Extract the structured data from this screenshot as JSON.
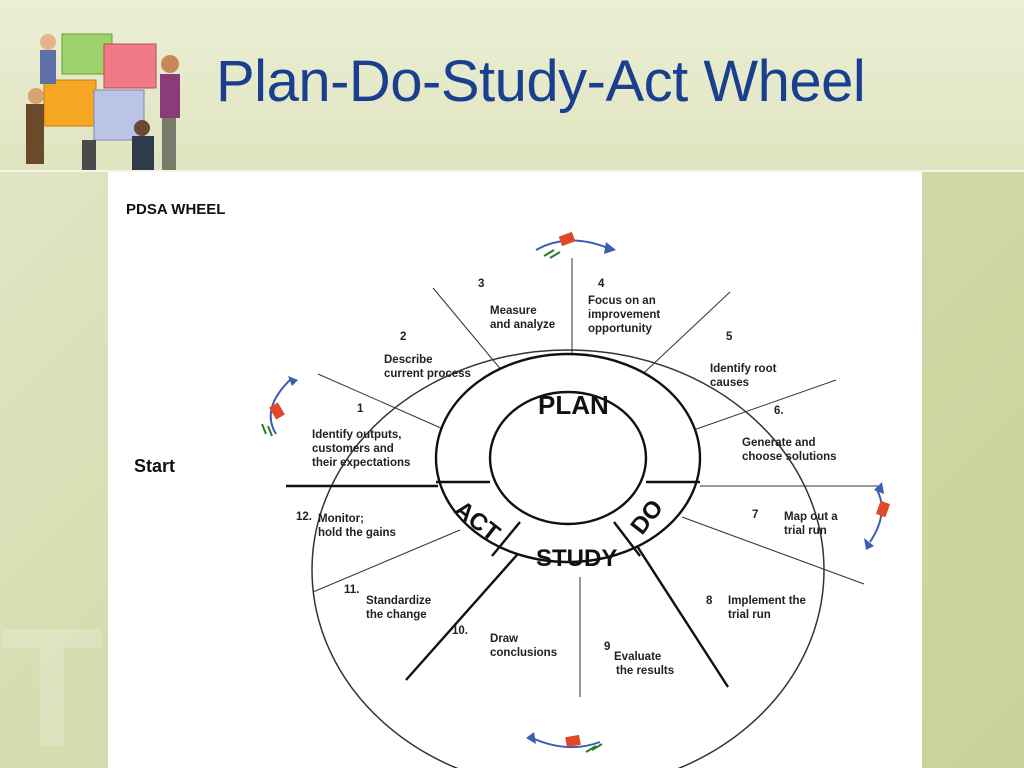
{
  "slide": {
    "title": "Plan-Do-Study-Act Wheel"
  },
  "diagram": {
    "heading": "PDSA WHEEL",
    "start_label": "Start",
    "phases": {
      "plan": "PLAN",
      "do": "DO",
      "study": "STUDY",
      "act": "ACT"
    },
    "steps": [
      {
        "number": "1",
        "line1": "Identify outputs,",
        "line2": "customers and",
        "line3": "their expectations"
      },
      {
        "number": "2",
        "line1": "Describe",
        "line2": "current process",
        "line3": ""
      },
      {
        "number": "3",
        "line1": "Measure",
        "line2": "and analyze",
        "line3": ""
      },
      {
        "number": "4",
        "line1": "Focus on an",
        "line2": "improvement",
        "line3": "opportunity"
      },
      {
        "number": "5",
        "line1": "Identify root",
        "line2": "causes",
        "line3": ""
      },
      {
        "number": "6.",
        "line1": "Generate and",
        "line2": "choose solutions",
        "line3": ""
      },
      {
        "number": "7",
        "line1": "Map out a",
        "line2": "trial run",
        "line3": ""
      },
      {
        "number": "8",
        "line1": "Implement the",
        "line2": "trial run",
        "line3": ""
      },
      {
        "number": "9",
        "line1": "Evaluate",
        "line2": "the results",
        "line3": ""
      },
      {
        "number": "10.",
        "line1": "Draw",
        "line2": "conclusions",
        "line3": ""
      },
      {
        "number": "11.",
        "line1": "Standardize",
        "line2": "the change",
        "line3": ""
      },
      {
        "number": "12.",
        "line1": "Monitor;",
        "line2": "hold the gains",
        "line3": ""
      }
    ]
  }
}
